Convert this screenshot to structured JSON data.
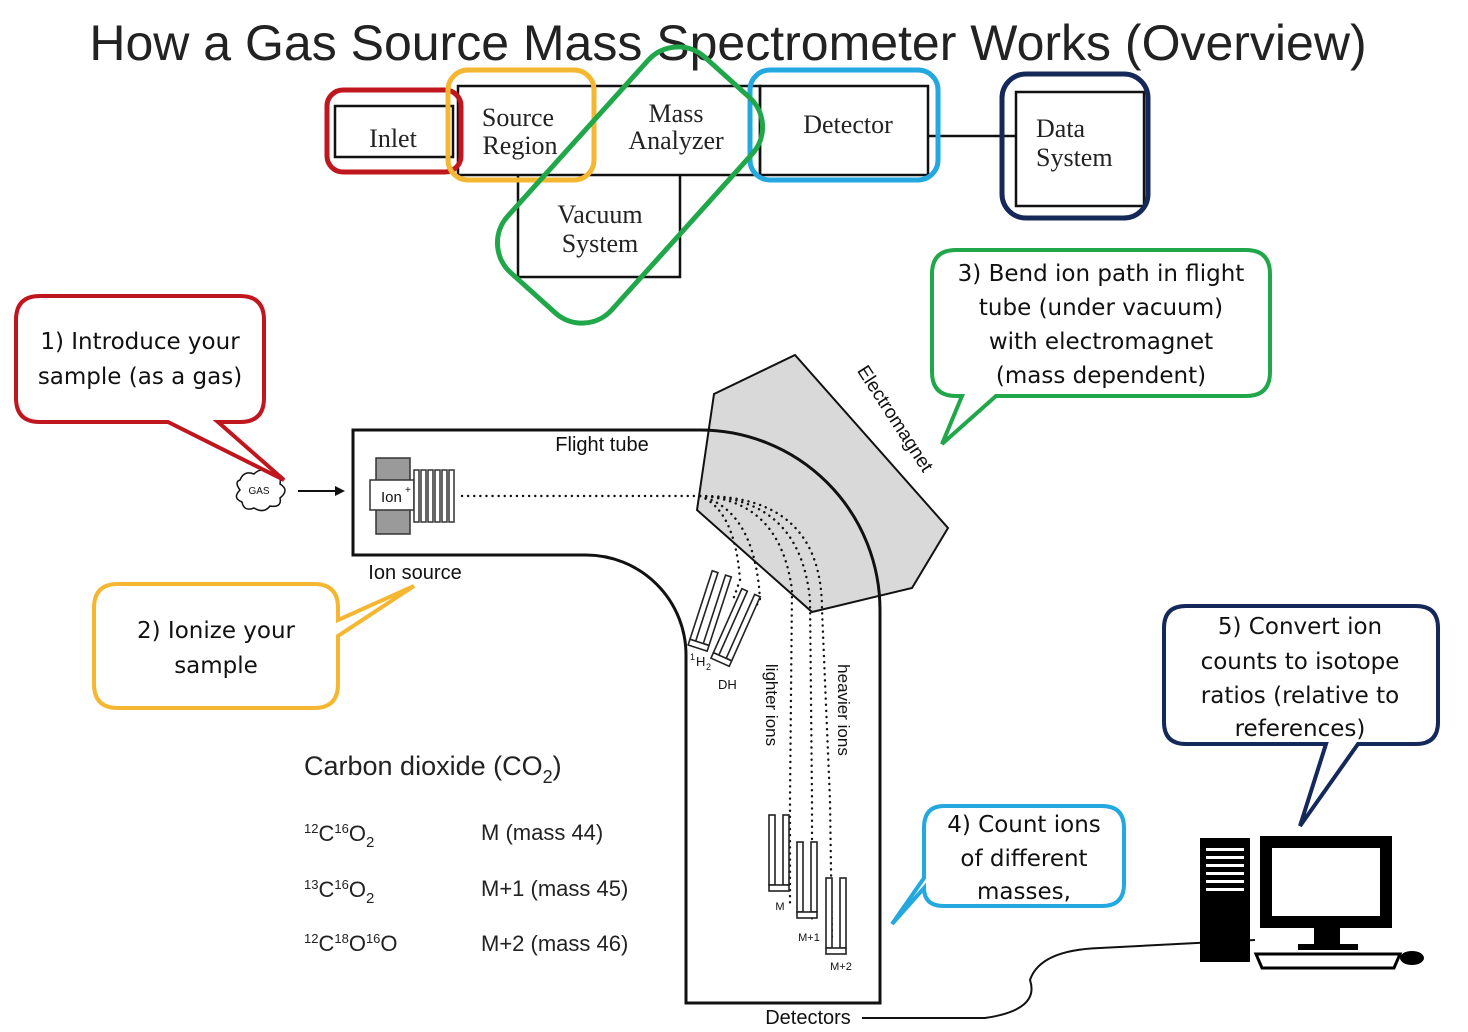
{
  "title": "How a Gas Source Mass Spectrometer Works (Overview)",
  "block_diagram": {
    "inlet": "Inlet",
    "source_line1": "Source",
    "source_line2": "Region",
    "analyzer_line1": "Mass",
    "analyzer_line2": "Analyzer",
    "detector": "Detector",
    "data_line1": "Data",
    "data_line2": "System",
    "vacuum_line1": "Vacuum",
    "vacuum_line2": "System"
  },
  "callouts": {
    "step1": [
      "1) Introduce your",
      "sample (as a gas)"
    ],
    "step2": [
      "2) Ionize your",
      "sample"
    ],
    "step3": [
      "3) Bend ion path in flight",
      "tube (under vacuum)",
      "with electromagnet",
      "(mass dependent)"
    ],
    "step4": [
      "4) Count ions",
      "of different",
      "masses,"
    ],
    "step5": [
      "5) Convert ion",
      "counts to isotope",
      "ratios (relative to",
      "references)"
    ]
  },
  "apparatus": {
    "gas": "GAS",
    "ion": "Ion",
    "ion_sup": "+",
    "flight_tube": "Flight tube",
    "ion_source": "Ion source",
    "electromagnet": "Electromagnet",
    "lighter_ions": "lighter ions",
    "heavier_ions": "heavier ions",
    "h2_sup": "1",
    "h2": "H",
    "h2_sub": "2",
    "dh": "DH",
    "m": "M",
    "m1": "M+1",
    "m2": "M+2",
    "detectors": "Detectors"
  },
  "co2": {
    "heading": "Carbon dioxide (CO",
    "heading_sub": "2",
    "heading_end": ")",
    "rows": [
      {
        "a": "12",
        "b": "C",
        "c": "16",
        "d": "O",
        "e": "2",
        "f": "",
        "g": "",
        "label": "M (mass 44)"
      },
      {
        "a": "13",
        "b": "C",
        "c": "16",
        "d": "O",
        "e": "2",
        "f": "",
        "g": "",
        "label": "M+1 (mass 45)"
      },
      {
        "a": "12",
        "b": "C",
        "c": "18",
        "d": "O",
        "e": "",
        "f": "16",
        "g": "O",
        "label": "M+2 (mass 46)"
      }
    ]
  },
  "colors": {
    "inlet": "#c0161d",
    "source": "#f5b731",
    "analyzer": "#1fa74a",
    "detector": "#23a8e0",
    "data": "#14285a"
  }
}
